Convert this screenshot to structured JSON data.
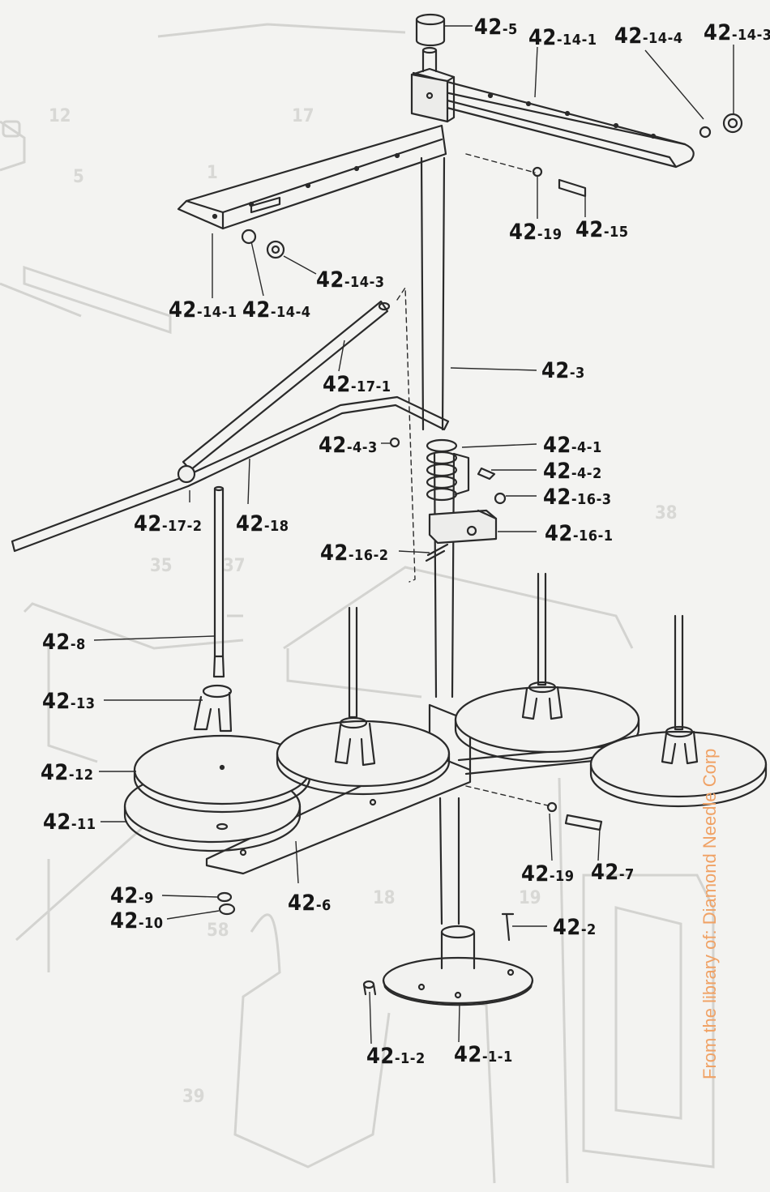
{
  "callouts": [
    {
      "id": "42-5",
      "prefix": "42",
      "suffix": "-5"
    },
    {
      "id": "42-14-1-top",
      "prefix": "42",
      "suffix": "-14-1"
    },
    {
      "id": "42-14-4-top",
      "prefix": "42",
      "suffix": "-14-4"
    },
    {
      "id": "42-14-3-top",
      "prefix": "42",
      "suffix": "-14-3"
    },
    {
      "id": "42-19-top",
      "prefix": "42",
      "suffix": "-19"
    },
    {
      "id": "42-15",
      "prefix": "42",
      "suffix": "-15"
    },
    {
      "id": "42-14-3-left",
      "prefix": "42",
      "suffix": "-14-3"
    },
    {
      "id": "42-14-1-left",
      "prefix": "42",
      "suffix": "-14-1"
    },
    {
      "id": "42-14-4-left",
      "prefix": "42",
      "suffix": "-14-4"
    },
    {
      "id": "42-3",
      "prefix": "42",
      "suffix": "-3"
    },
    {
      "id": "42-17-1",
      "prefix": "42",
      "suffix": "-17-1"
    },
    {
      "id": "42-4-3",
      "prefix": "42",
      "suffix": "-4-3"
    },
    {
      "id": "42-4-1",
      "prefix": "42",
      "suffix": "-4-1"
    },
    {
      "id": "42-4-2",
      "prefix": "42",
      "suffix": "-4-2"
    },
    {
      "id": "42-16-3",
      "prefix": "42",
      "suffix": "-16-3"
    },
    {
      "id": "42-16-1",
      "prefix": "42",
      "suffix": "-16-1"
    },
    {
      "id": "42-17-2",
      "prefix": "42",
      "suffix": "-17-2"
    },
    {
      "id": "42-18",
      "prefix": "42",
      "suffix": "-18"
    },
    {
      "id": "42-16-2",
      "prefix": "42",
      "suffix": "-16-2"
    },
    {
      "id": "42-8",
      "prefix": "42",
      "suffix": "-8"
    },
    {
      "id": "42-13",
      "prefix": "42",
      "suffix": "-13"
    },
    {
      "id": "42-12",
      "prefix": "42",
      "suffix": "-12"
    },
    {
      "id": "42-11",
      "prefix": "42",
      "suffix": "-11"
    },
    {
      "id": "42-19-bottom",
      "prefix": "42",
      "suffix": "-19"
    },
    {
      "id": "42-7",
      "prefix": "42",
      "suffix": "-7"
    },
    {
      "id": "42-9",
      "prefix": "42",
      "suffix": "-9"
    },
    {
      "id": "42-10",
      "prefix": "42",
      "suffix": "-10"
    },
    {
      "id": "42-6",
      "prefix": "42",
      "suffix": "-6"
    },
    {
      "id": "42-2",
      "prefix": "42",
      "suffix": "-2"
    },
    {
      "id": "42-1-2",
      "prefix": "42",
      "suffix": "-1-2"
    },
    {
      "id": "42-1-1",
      "prefix": "42",
      "suffix": "-1-1"
    }
  ],
  "background_ref_numbers": [
    "12",
    "17",
    "5",
    "1",
    "38",
    "35",
    "37",
    "18",
    "19",
    "58",
    "39"
  ],
  "watermark": "From the library of: Diamond Needle Corp",
  "colors": {
    "background": "#f3f3f1",
    "line_art": "#2a2a2a",
    "ghost_art": "#cfcfcc",
    "watermark": "#f0a265"
  }
}
